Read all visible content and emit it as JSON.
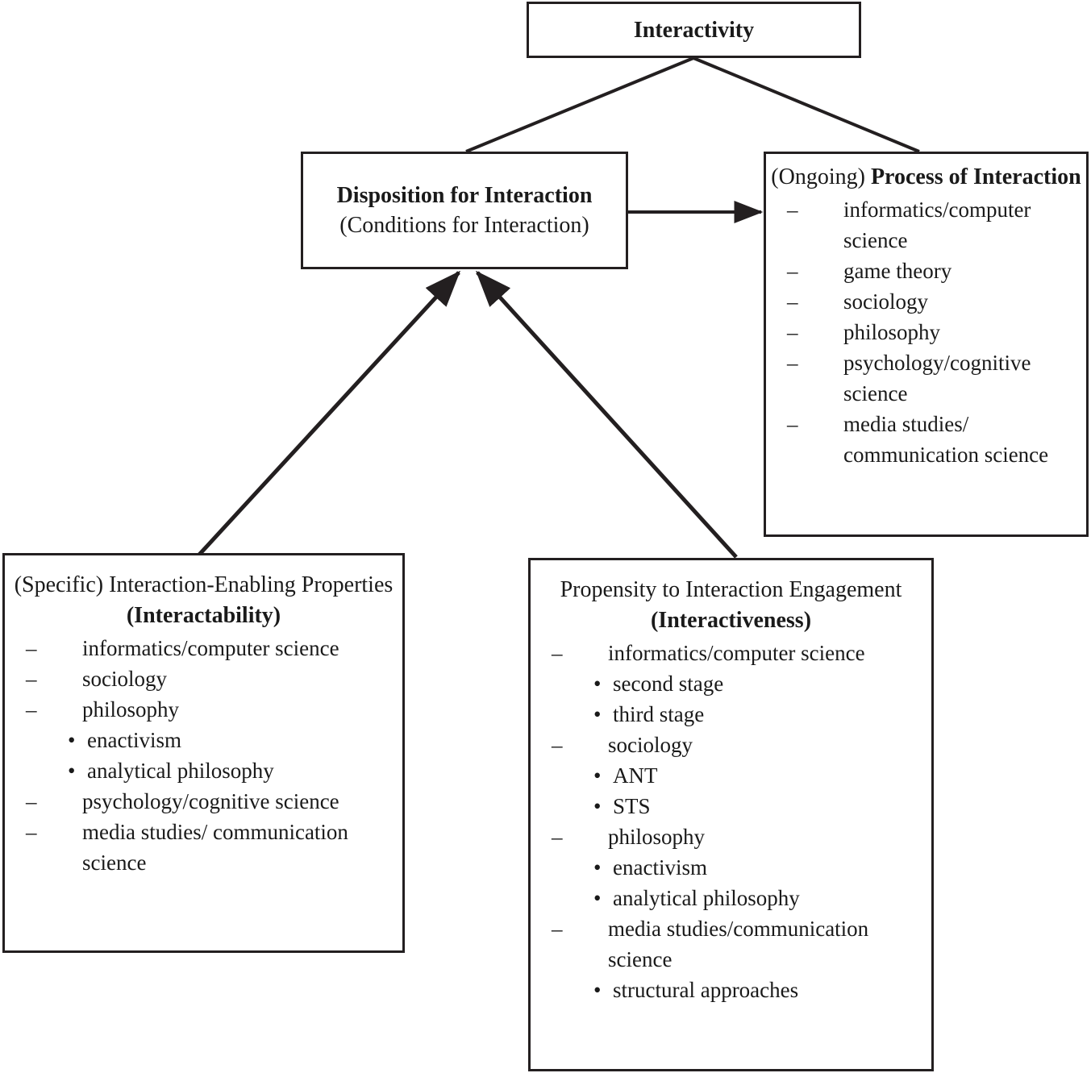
{
  "diagram": {
    "title": "Interactivity",
    "nodes": {
      "interactivity": {
        "label": "Interactivity"
      },
      "disposition": {
        "title_bold": "Disposition for Interaction",
        "title_rest": " (Conditions for Interaction)"
      },
      "process": {
        "title_rest_before": "(Ongoing) ",
        "title_bold": "Process of Interaction",
        "items": [
          {
            "marker": "–",
            "text": "informatics/computer science"
          },
          {
            "marker": "–",
            "text": "game theory"
          },
          {
            "marker": "–",
            "text": "sociology"
          },
          {
            "marker": "–",
            "text": "philosophy"
          },
          {
            "marker": "–",
            "text": "psychology/cognitive science"
          },
          {
            "marker": "–",
            "text": "media studies/ communication science"
          }
        ]
      },
      "interactability": {
        "title_rest_before": "(Specific) Interaction-Enabling Properties ",
        "title_bold": "(Interactability)",
        "items": [
          {
            "marker": "–",
            "text": "informatics/computer science"
          },
          {
            "marker": "–",
            "text": "sociology"
          },
          {
            "marker": "–",
            "text": "philosophy"
          },
          {
            "marker": "•",
            "text": "enactivism"
          },
          {
            "marker": "•",
            "text": "analytical philosophy"
          },
          {
            "marker": "–",
            "text": "psychology/cognitive science"
          },
          {
            "marker": "–",
            "text": "media studies/ communication science"
          }
        ]
      },
      "interactiveness": {
        "title_rest_before": "Propensity to Interaction Engagement ",
        "title_bold": "(Interactiveness)",
        "items": [
          {
            "marker": "–",
            "text": "informatics/computer science"
          },
          {
            "marker": "•",
            "text": "second stage"
          },
          {
            "marker": "•",
            "text": "third stage"
          },
          {
            "marker": "–",
            "text": "sociology"
          },
          {
            "marker": "•",
            "text": "ANT"
          },
          {
            "marker": "•",
            "text": "STS"
          },
          {
            "marker": "–",
            "text": "philosophy"
          },
          {
            "marker": "•",
            "text": "enactivism"
          },
          {
            "marker": "•",
            "text": "analytical philosophy"
          },
          {
            "marker": "–",
            "text": "media studies/communication science"
          },
          {
            "marker": "•",
            "text": "structural approaches"
          }
        ]
      }
    },
    "edges": [
      {
        "name": "interactivity-to-disposition",
        "from": "interactivity",
        "to": "disposition",
        "arrow": false
      },
      {
        "name": "interactivity-to-process",
        "from": "interactivity",
        "to": "process",
        "arrow": false
      },
      {
        "name": "disposition-to-process",
        "from": "disposition",
        "to": "process",
        "arrow": true
      },
      {
        "name": "interactability-to-disposition",
        "from": "interactability",
        "to": "disposition",
        "arrow": true
      },
      {
        "name": "interactiveness-to-disposition",
        "from": "interactiveness",
        "to": "disposition",
        "arrow": true
      }
    ],
    "colors": {
      "stroke": "#231f20",
      "background": "#ffffff",
      "text": "#1a1a1a"
    }
  }
}
